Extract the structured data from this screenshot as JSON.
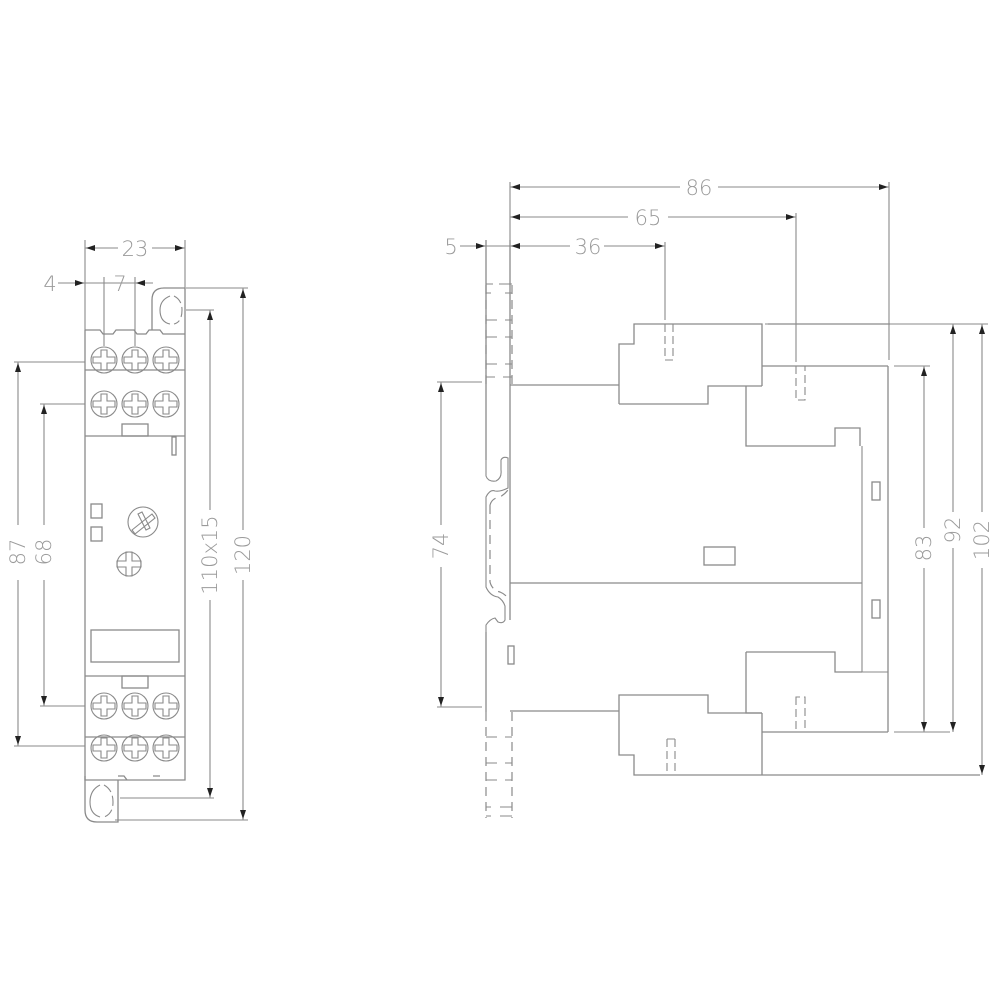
{
  "drawing": {
    "title": "Relay module dimension drawing (front and side view)",
    "line_color": "#8a8a8a",
    "text_color": "#9a9a9a",
    "front_view": {
      "dimensions": {
        "width": "23",
        "terminal_offset": "4",
        "terminal_pitch": "7",
        "outer_terminals_spacing": "87",
        "inner_terminals_spacing": "68",
        "height_with_tolerance": "110x15",
        "overall_height": "120"
      },
      "terminal_rows": 4,
      "terminals_per_row": 3
    },
    "side_view": {
      "dimensions": {
        "rail_offset": "5",
        "depth_to_front_terminal": "36",
        "depth_to_rear_terminal": "65",
        "overall_depth": "86",
        "rail_height": "74",
        "body_height": "83",
        "terminal_height": "92",
        "overall_height": "102"
      }
    }
  }
}
